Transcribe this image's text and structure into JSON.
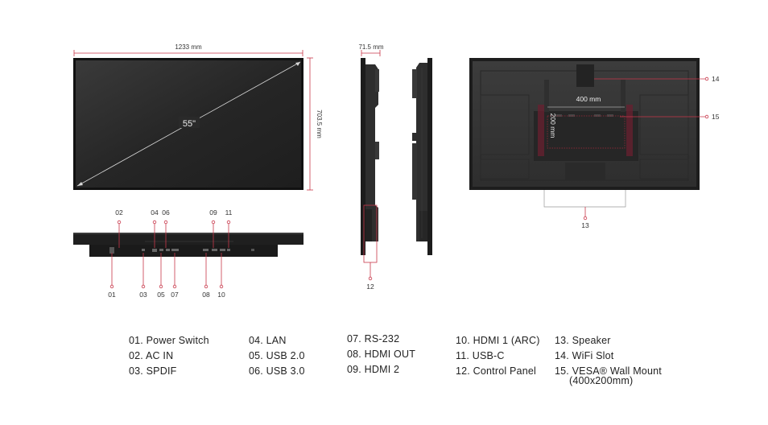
{
  "dimensions": {
    "width": "1233 mm",
    "height": "703.5 mm",
    "depth": "71.5 mm",
    "diagonal": "55\"",
    "vesa_horizontal": "400 mm",
    "vesa_vertical": "200 mm"
  },
  "callouts": {
    "c01": "01",
    "c02": "02",
    "c03": "03",
    "c04": "04",
    "c05": "05",
    "c06": "06",
    "c07": "07",
    "c08": "08",
    "c09": "09",
    "c10": "10",
    "c11": "11",
    "c12": "12",
    "c13": "13",
    "c14": "14",
    "c15": "15"
  },
  "legend": {
    "col1": [
      "01. Power Switch",
      "02. AC IN",
      "03. SPDIF"
    ],
    "col2": [
      "04. LAN",
      "05. USB 2.0",
      "06. USB 3.0"
    ],
    "col3": [
      "07. RS-232",
      "08. HDMI OUT",
      "09. HDMI 2"
    ],
    "col4": [
      "10. HDMI 1 (ARC)",
      "11. USB-C",
      "12. Control Panel"
    ],
    "col5": [
      "13. Speaker",
      "14. WiFi Slot",
      "15. VESA® Wall Mount"
    ],
    "col5_extra": "(400x200mm)"
  },
  "colors": {
    "accent": "#c8374a",
    "panel": "#2b2b2b",
    "panel_dark": "#1a1a1a",
    "line": "#c8374a"
  }
}
